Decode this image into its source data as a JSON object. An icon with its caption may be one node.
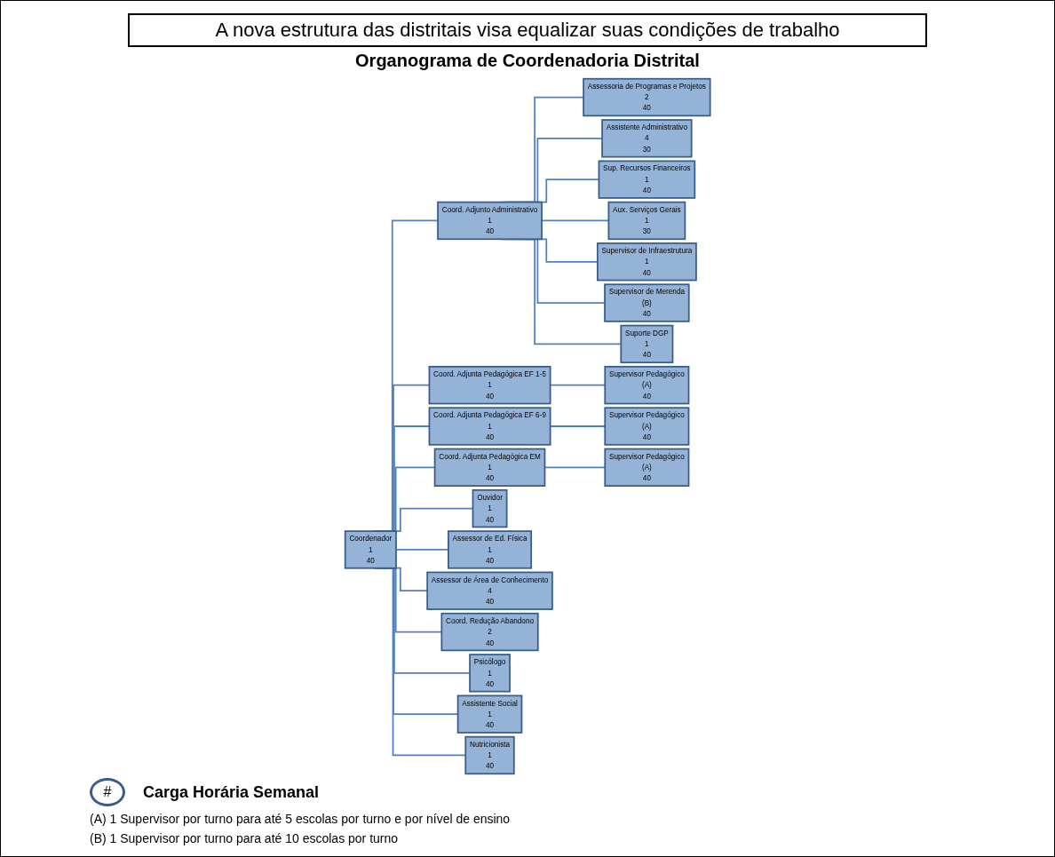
{
  "diagram": {
    "title": "A nova estrutura das distritais visa equalizar suas condições de trabalho",
    "nodes": [
      {
        "text": [
          "Coordenador",
          "1",
          "40"
        ]
      },
      {
        "text": [
          "Coord. Adjunto Administrativo",
          "1",
          "40"
        ]
      },
      {
        "text": [
          "Assessoria de Programas e Projetos",
          "2",
          "40"
        ]
      },
      {
        "text": [
          "Assistente Administrativo",
          "4",
          "30"
        ]
      },
      {
        "text": [
          "Sup. Recursos Financeiros",
          "1",
          "40"
        ]
      },
      {
        "text": [
          "Aux. Serviços Gerais",
          "1",
          "30"
        ]
      },
      {
        "text": [
          "Supervisor de Infraestrutura",
          "1",
          "40"
        ]
      },
      {
        "text": [
          "Supervisor de Merenda",
          "(B)",
          "40"
        ]
      },
      {
        "text": [
          "Suporte DGP",
          "1",
          "40"
        ]
      },
      {
        "text": [
          "Coord. Adjunta Pedagógica EF 1-5",
          "1",
          "40"
        ]
      },
      {
        "text": [
          "Supervisor Pedagógico",
          "(A)",
          "40"
        ]
      },
      {
        "text": [
          "Coord. Adjunta Pedagógica EF 6-9",
          "1",
          "40"
        ]
      },
      {
        "text": [
          "Supervisor Pedagógico",
          "(A)",
          "40"
        ]
      },
      {
        "text": [
          "Coord. Adjunta Pedagógica EM",
          "1",
          "40"
        ]
      },
      {
        "text": [
          "Supervisor Pedagógico",
          "(A)",
          "40"
        ]
      },
      {
        "text": [
          "Ouvidor",
          "1",
          "40"
        ]
      },
      {
        "text": [
          "Assessor de Ed. Física",
          "1",
          "40"
        ]
      },
      {
        "text": [
          "Assessor de Área de Conhecimento",
          "4",
          "40"
        ]
      },
      {
        "text": [
          "Coord. Redução Abandono",
          "2",
          "40"
        ]
      },
      {
        "text": [
          "Psicólogo",
          "1",
          "40"
        ]
      },
      {
        "text": [
          "Assistente Social",
          "1",
          "40"
        ]
      },
      {
        "text": [
          "Nutricionista",
          "1",
          "40"
        ]
      }
    ],
    "edges": [
      {
        "from": 0,
        "to": 1,
        "arrow": "none"
      },
      {
        "from": 1,
        "to": 2,
        "arrow": "none"
      },
      {
        "from": 1,
        "to": 3,
        "arrow": "none"
      },
      {
        "from": 1,
        "to": 4,
        "arrow": "none"
      },
      {
        "from": 1,
        "to": 5,
        "arrow": "none"
      },
      {
        "from": 1,
        "to": 6,
        "arrow": "none"
      },
      {
        "from": 1,
        "to": 7,
        "arrow": "none"
      },
      {
        "from": 1,
        "to": 8,
        "arrow": "none"
      },
      {
        "from": 0,
        "to": 9,
        "arrow": "none"
      },
      {
        "from": 9,
        "to": 10,
        "arrow": "none"
      },
      {
        "from": 0,
        "to": 11,
        "arrow": "none"
      },
      {
        "from": 11,
        "to": 12,
        "arrow": "none"
      },
      {
        "from": 0,
        "to": 13,
        "arrow": "none"
      },
      {
        "from": 13,
        "to": 14,
        "arrow": "none"
      },
      {
        "from": 0,
        "to": 15,
        "arrow": "none"
      },
      {
        "from": 0,
        "to": 16,
        "arrow": "none"
      },
      {
        "from": 0,
        "to": 17,
        "arrow": "none"
      },
      {
        "from": 0,
        "to": 18,
        "arrow": "none"
      },
      {
        "from": 0,
        "to": 19,
        "arrow": "none"
      },
      {
        "from": 0,
        "to": 20,
        "arrow": "none"
      },
      {
        "from": 0,
        "to": 21,
        "arrow": "none"
      }
    ],
    "labels": [
      "Organograma de Coordenadoria Distrital",
      "#",
      "(A) 1 Supervisor por turno para até 5 escolas por turno e por nível de ensino",
      "(B) 1 Supervisor por turno para até 10 escolas por turno"
    ],
    "legend": [
      {
        "text": "Carga Horária Semanal"
      }
    ]
  }
}
